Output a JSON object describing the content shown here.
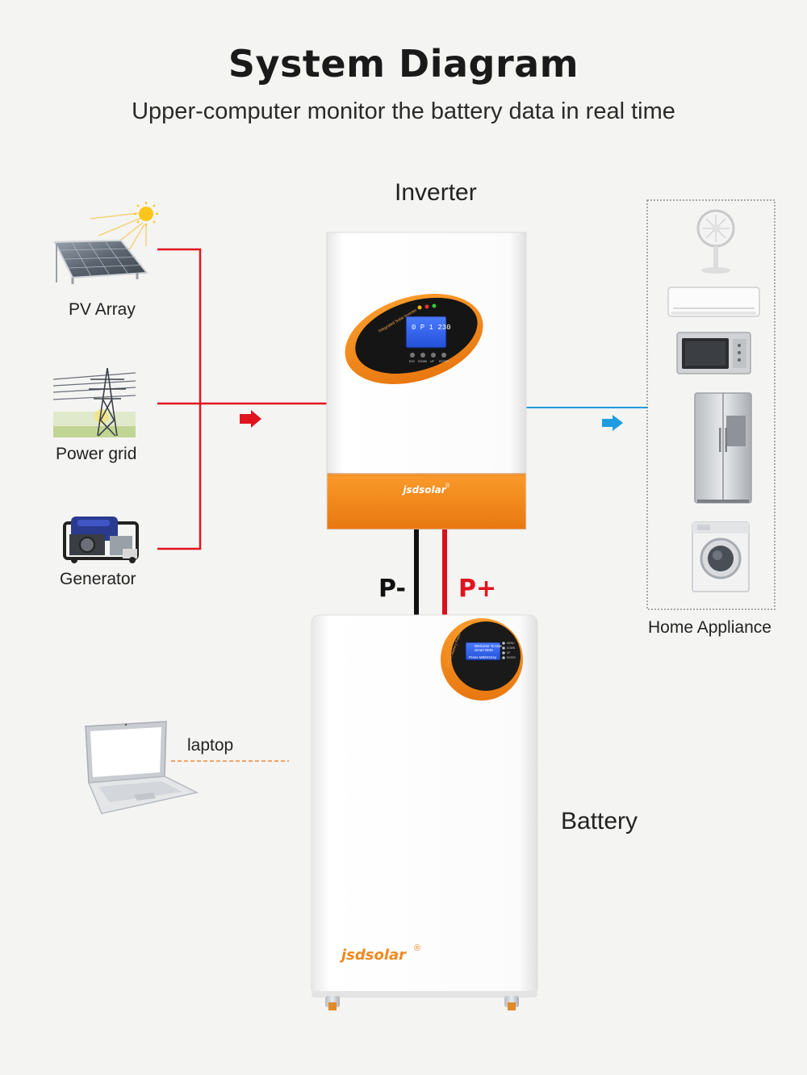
{
  "header": {
    "title": "System Diagram",
    "subtitle": "Upper-computer monitor the battery data in real time"
  },
  "sources": [
    {
      "label": "PV Array",
      "icon": "solar-panel-icon"
    },
    {
      "label": "Power grid",
      "icon": "power-tower-icon"
    },
    {
      "label": "Generator",
      "icon": "generator-icon"
    }
  ],
  "inverter": {
    "label": "Inverter",
    "brand": "jsdsolar",
    "screen_reading": "0 P 1 230",
    "panel_caption": "Integrated Solar Inverter",
    "button_labels": [
      "ESC",
      "DOWN",
      "UP",
      "ENTER"
    ]
  },
  "appliances": {
    "label": "Home Appliance",
    "items": [
      "fan-icon",
      "air-conditioner-icon",
      "microwave-icon",
      "refrigerator-icon",
      "washing-machine-icon"
    ]
  },
  "battery": {
    "label": "Battery",
    "brand": "jsdsolar",
    "screen_lines": [
      "Welcome To Use",
      "Smart BMS",
      "Press M8/M1Key"
    ],
    "side_labels": [
      "MENU",
      "DOWN",
      "UP",
      "ENTER"
    ],
    "panel_caption": "Lithium Battery Power Bank"
  },
  "cables": {
    "negative": "P-",
    "positive": "P+"
  },
  "laptop": {
    "label": "laptop"
  },
  "colors": {
    "input_line": "#e0141e",
    "output_line": "#1f9ce0",
    "negative_cable": "#111111",
    "positive_cable": "#d7121c",
    "positive_text": "#e0141e",
    "laptop_link": "#ef8a3a",
    "brand_orange": "#f28a1c"
  }
}
